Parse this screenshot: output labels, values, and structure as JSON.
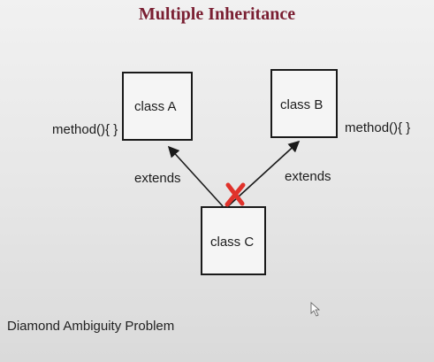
{
  "title": "Multiple Inheritance",
  "class_a": {
    "label": "class A",
    "method": "method(){ }"
  },
  "class_b": {
    "label": "class B",
    "method": "method(){ }"
  },
  "class_c": {
    "label": "class C"
  },
  "relations": {
    "left": "extends",
    "right": "extends"
  },
  "caption": "Diamond Ambiguity Problem",
  "colors": {
    "title": "#7a1f32",
    "cross": "#e0322b",
    "line": "#1a1a1a"
  },
  "icons": {
    "conflict": "red-x-icon",
    "cursor": "pointer-cursor-icon"
  }
}
